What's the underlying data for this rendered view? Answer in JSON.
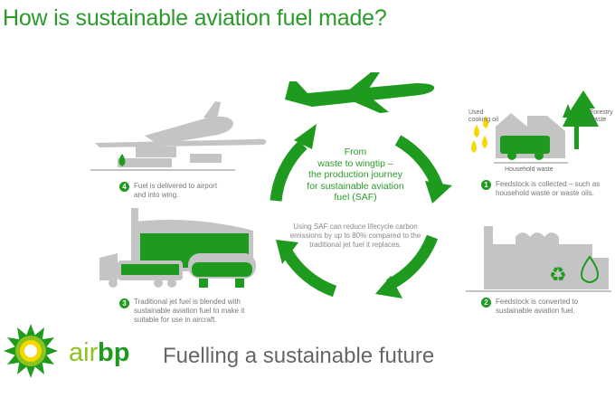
{
  "title": "How is sustainable aviation fuel made?",
  "center": {
    "heading_lines": [
      "From",
      "waste to wingtip –",
      "the production journey",
      "for sustainable aviation",
      "fuel (SAF)"
    ],
    "body": "Using SAF can reduce lifecycle carbon emissions by up to 80% compared to the traditional jet fuel it replaces."
  },
  "steps": [
    {
      "number": "1",
      "text": "Feedstock is collected – such as household waste or waste oils."
    },
    {
      "number": "2",
      "text": "Feedstock is converted to sustainable aviation fuel."
    },
    {
      "number": "3",
      "text": "Traditional jet fuel is blended with sustainable aviation fuel to make it suitable for use in aircraft."
    },
    {
      "number": "4",
      "text": "Fuel is delivered to airport and into wing."
    }
  ],
  "feedstock_labels": {
    "oil": "Used cooking oil",
    "forestry": "Forestry waste",
    "household": "Household waste"
  },
  "brand": {
    "air": "air",
    "bp": "bp",
    "tagline": "Fuelling a sustainable future"
  },
  "colors": {
    "green": "#1e9a1e",
    "light_green": "#8cc31e",
    "grey": "#bdbdbd",
    "yellow": "#f5d800"
  }
}
